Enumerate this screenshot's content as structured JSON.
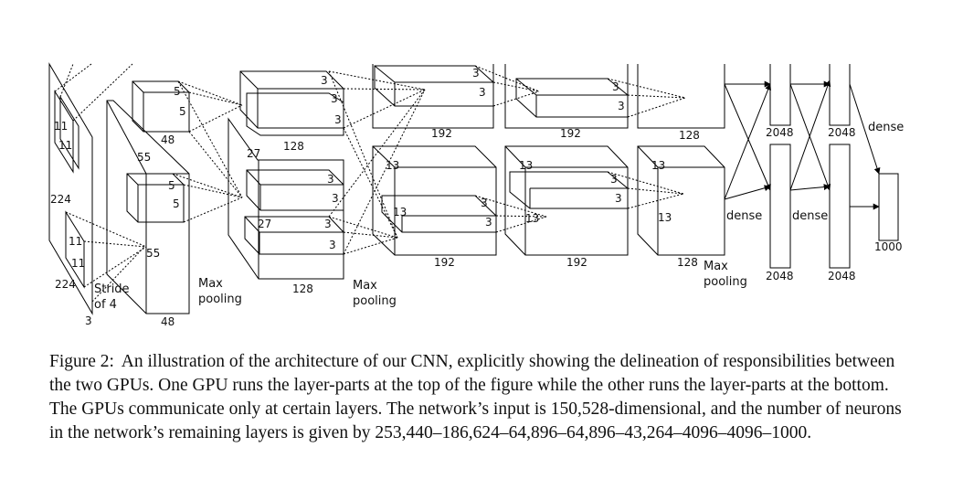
{
  "diagram": {
    "input": {
      "size": "224",
      "size2": "224",
      "depth": "3",
      "kernel": "11",
      "kernel2": "11",
      "stride": [
        "Stride",
        "of 4"
      ]
    },
    "conv1": {
      "size": "55",
      "size2": "55",
      "depth": "48",
      "kernel": "5",
      "kernel2": "5"
    },
    "conv2": {
      "size": "27",
      "depth": "128",
      "kernel": "3"
    },
    "conv3": {
      "size": "13",
      "depth": "192",
      "kernel": "3"
    },
    "conv4": {
      "size": "13",
      "depth": "192",
      "kernel": "3"
    },
    "conv5": {
      "size": "13",
      "depth": "128"
    },
    "pooling": [
      "Max",
      "pooling"
    ],
    "dense_label": "dense",
    "fc6": "2048",
    "fc7": "2048",
    "output": "1000"
  },
  "caption": {
    "label": "Figure 2:",
    "text": "An illustration of the architecture of our CNN, explicitly showing the delineation of responsibilities between the two GPUs. One GPU runs the layer-parts at the top of the figure while the other runs the layer-parts at the bottom. The GPUs communicate only at certain layers. The network’s input is 150,528-dimensional, and the number of neurons in the network’s remaining layers is given by 253,440–186,624–64,896–64,896–43,264–4096–4096–1000."
  }
}
